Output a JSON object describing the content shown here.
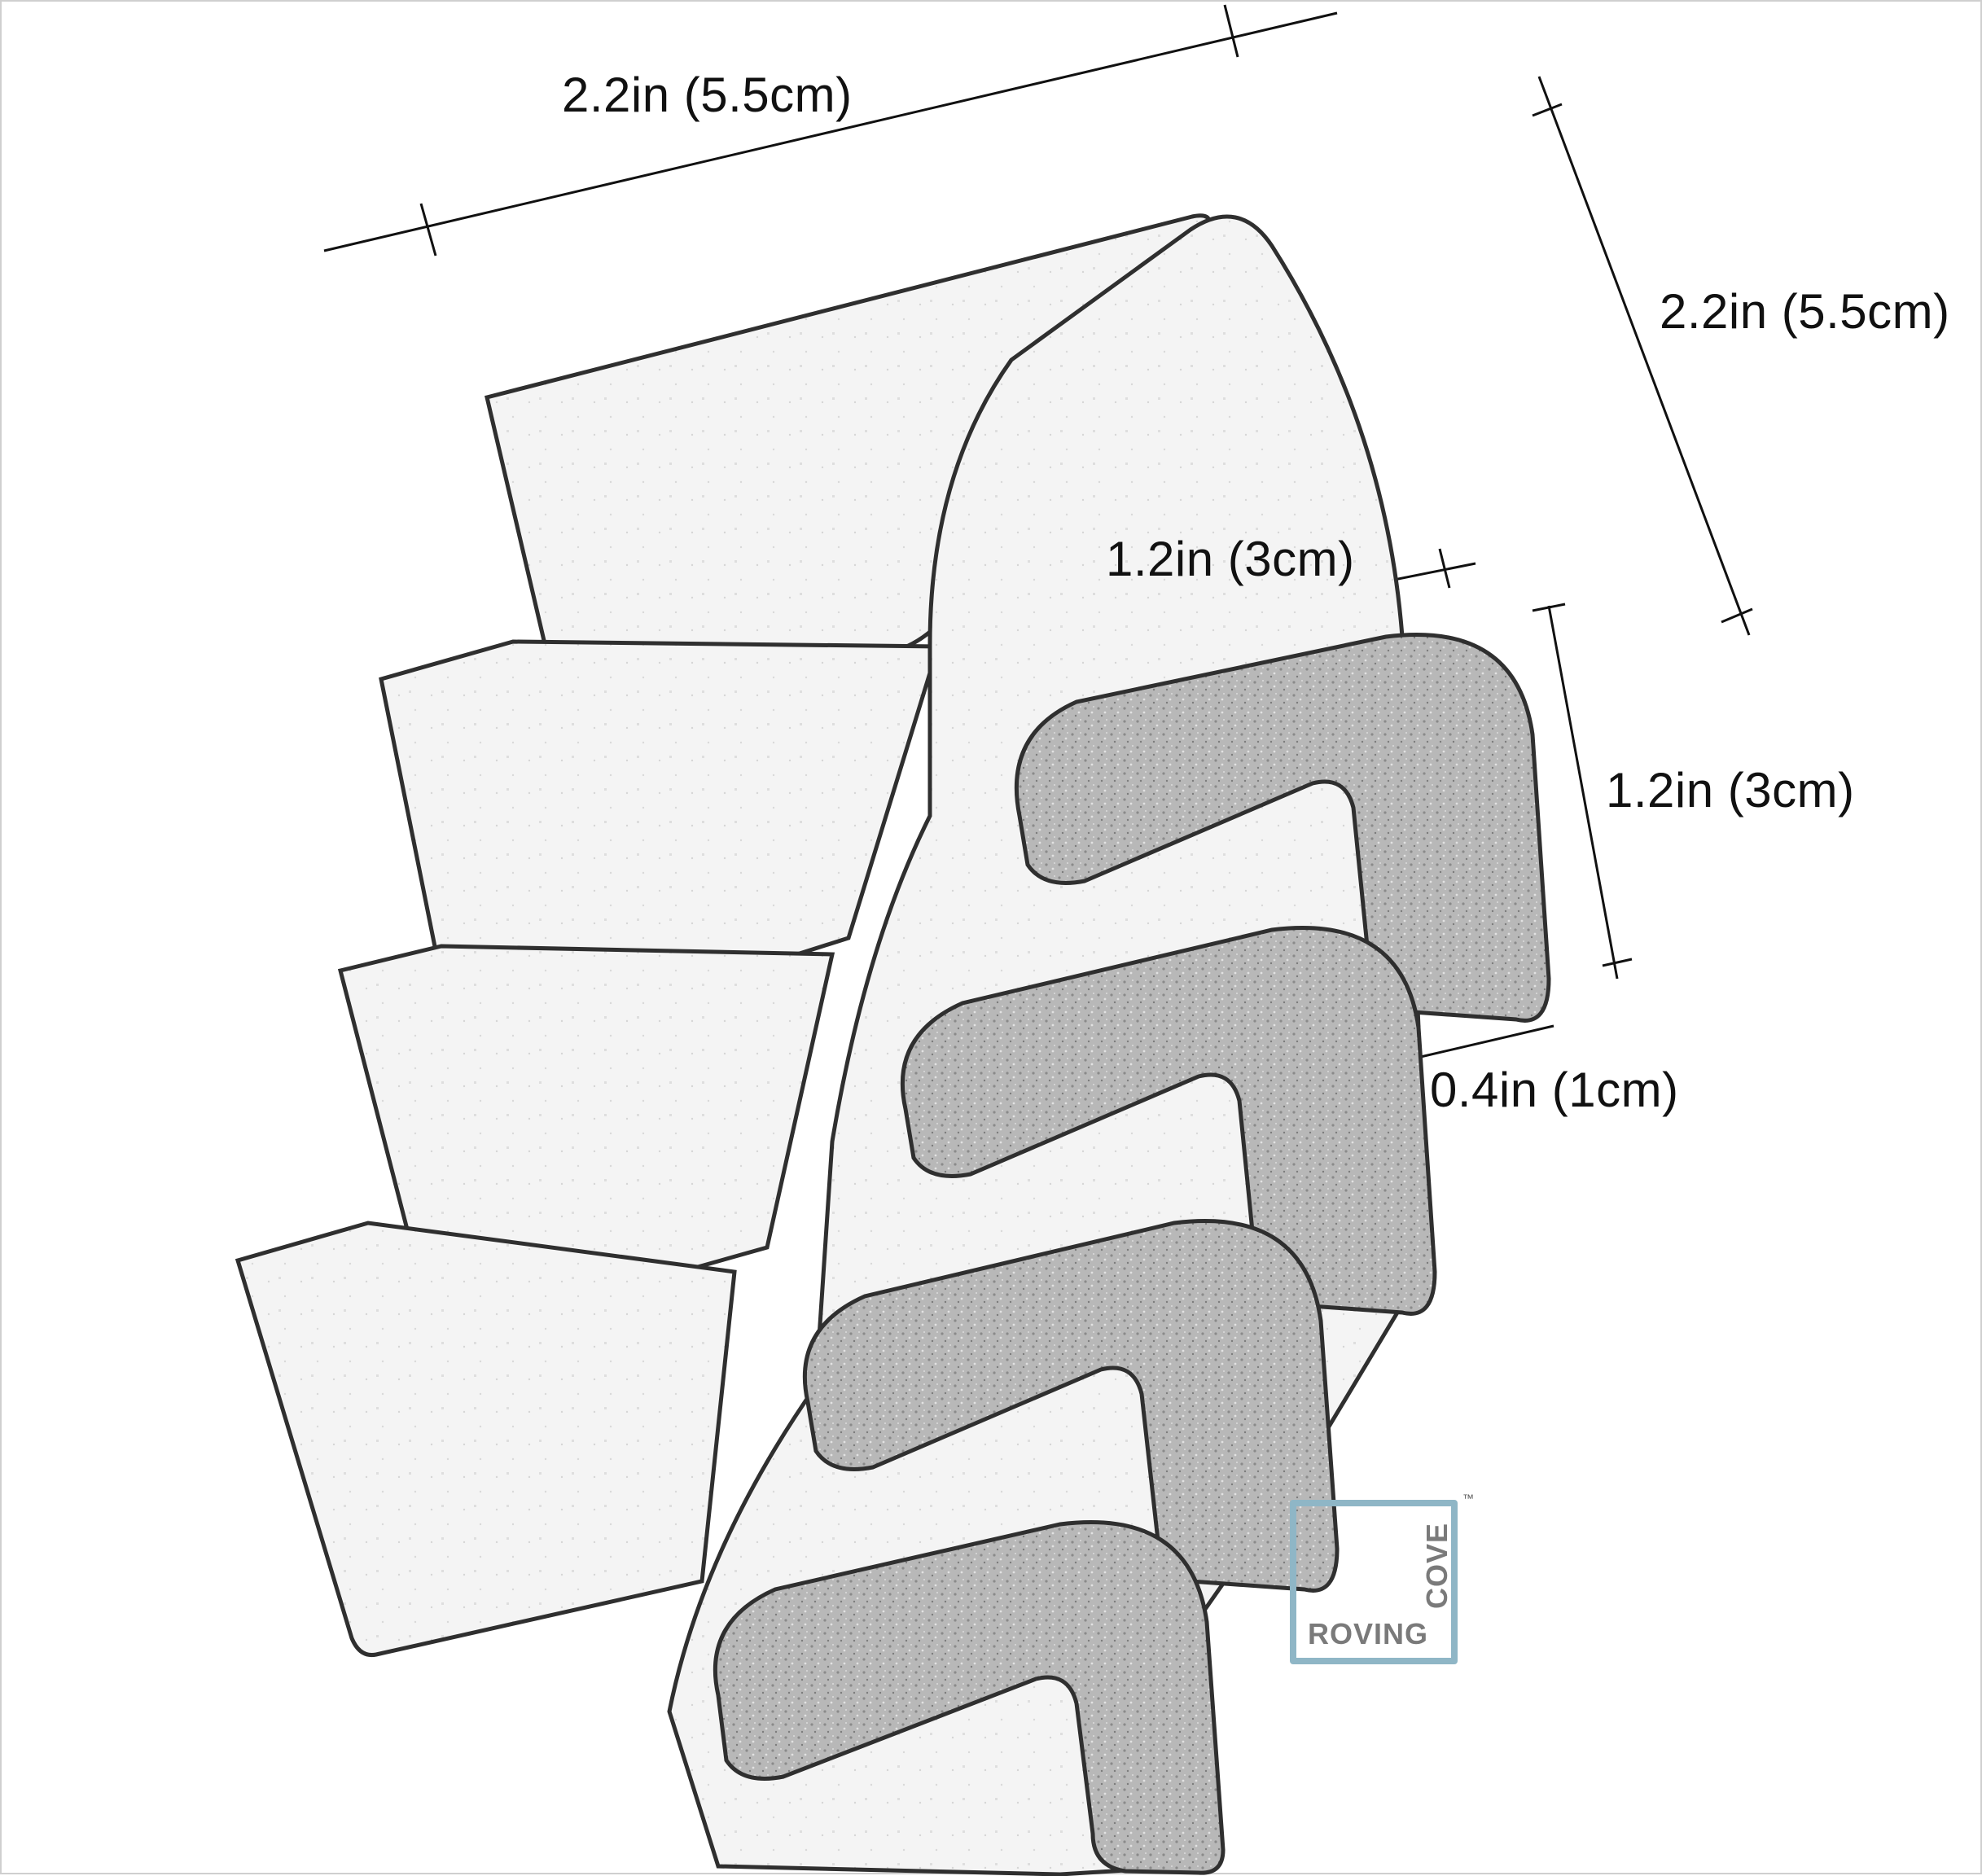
{
  "dimensions": {
    "top_length": "2.2in (5.5cm)",
    "right_length": "2.2in (5.5cm)",
    "inner_width": "1.2in (3cm)",
    "right_height": "1.2in (3cm)",
    "thickness": "0.4in (1cm)"
  },
  "logo": {
    "word_1": "ROVING",
    "word_2": "COVE",
    "trademark": "™"
  },
  "colors": {
    "foam_face": "#f3f3f3",
    "foam_cut": "#b9b9b9",
    "outline": "#3a3a3a",
    "logo_border": "#8fb6c6",
    "logo_text": "#7a7a7a"
  }
}
